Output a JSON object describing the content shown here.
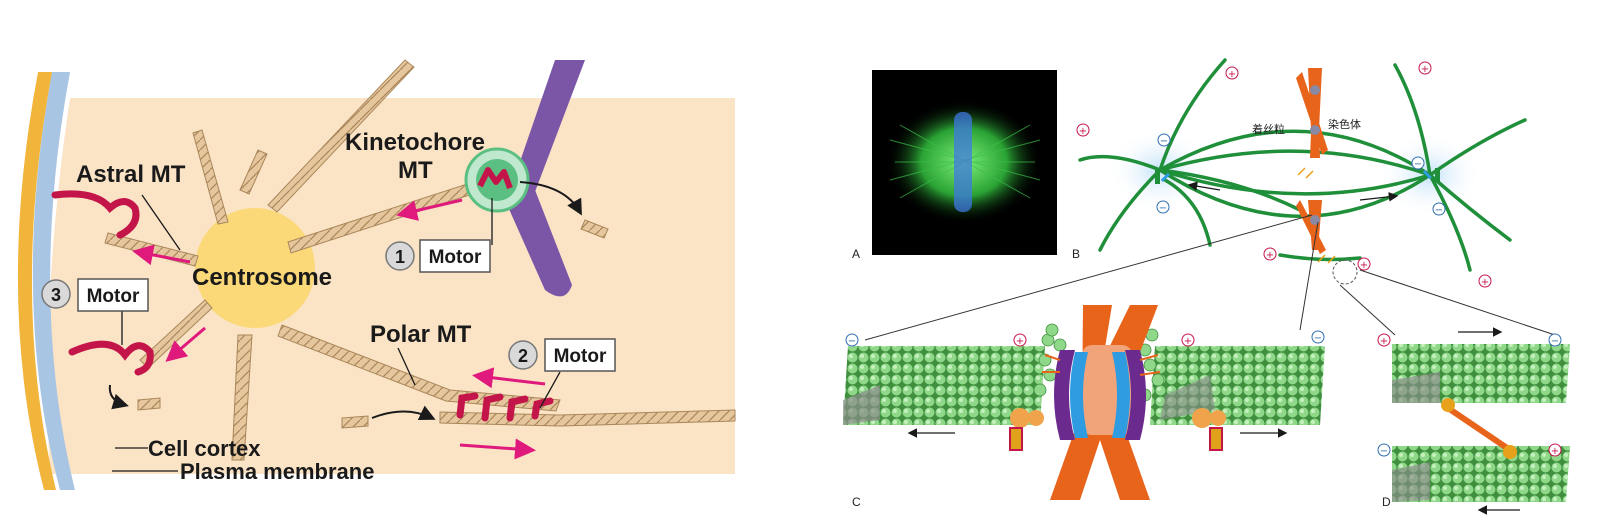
{
  "left_diagram": {
    "labels": {
      "astral_mt": "Astral MT",
      "kinetochore_mt_line1": "Kinetochore",
      "kinetochore_mt_line2": "MT",
      "centrosome": "Centrosome",
      "polar_mt": "Polar MT",
      "cell_cortex": "Cell cortex",
      "plasma_membrane": "Plasma membrane"
    },
    "motors": [
      {
        "number": "1",
        "label": "Motor"
      },
      {
        "number": "2",
        "label": "Motor"
      },
      {
        "number": "3",
        "label": "Motor"
      }
    ],
    "colors": {
      "cytoplasm": "#fbe3c6",
      "cortex": "#f2b53c",
      "membrane": "#a9c5e4",
      "centrosome": "#fbd979",
      "motor": "#c4154a",
      "arrow": "#e0197d",
      "chromosome": "#7b56a6",
      "kinetochore": "#5cbf82",
      "microtubule": "#e8c9a0"
    }
  },
  "right_figure": {
    "panel_labels": {
      "a": "A",
      "b": "B",
      "c": "C",
      "d": "D"
    },
    "chinese_labels": {
      "centromere": "着丝粒",
      "chromosome": "染色体"
    },
    "signs": {
      "plus": "+",
      "minus": "−"
    },
    "colors": {
      "spindle_green": "#1f8f3a",
      "chromosome_orange": "#e8641b",
      "tubulin_green": "#6cc46a",
      "kinetochore_blue": "#2f9be0",
      "kinetochore_purple": "#6a2a8e"
    }
  }
}
